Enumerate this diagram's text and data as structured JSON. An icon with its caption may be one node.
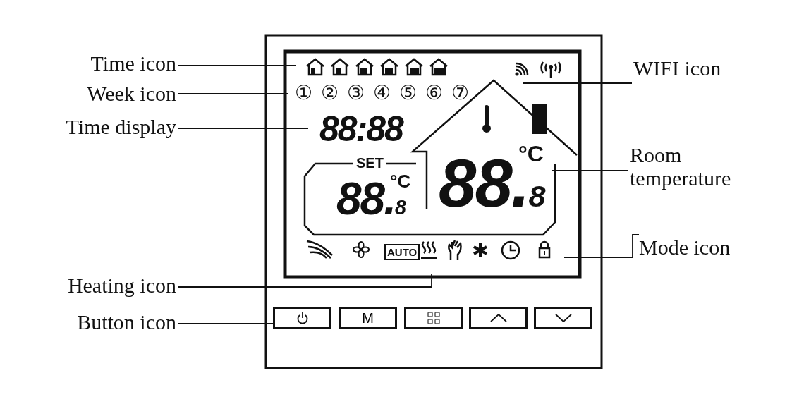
{
  "diagram": {
    "nodes": [
      {
        "text": [
          "Time icon"
        ]
      },
      {
        "text": [
          "Week icon"
        ]
      },
      {
        "text": [
          "Time display"
        ]
      },
      {
        "text": [
          "WIFI icon"
        ]
      },
      {
        "text": [
          "Room temperature"
        ]
      },
      {
        "text": [
          "Mode icon"
        ]
      },
      {
        "text": [
          "Heating icon"
        ]
      },
      {
        "text": [
          "Button icon"
        ]
      }
    ],
    "edges": [
      {
        "from": 0,
        "to": null,
        "arrow": "none"
      },
      {
        "from": 1,
        "to": null,
        "arrow": "none"
      },
      {
        "from": 2,
        "to": null,
        "arrow": "none"
      },
      {
        "from": 3,
        "to": null,
        "arrow": "none"
      },
      {
        "from": 4,
        "to": null,
        "arrow": "none"
      },
      {
        "from": 5,
        "to": null,
        "arrow": "none"
      },
      {
        "from": 6,
        "to": null,
        "arrow": "none"
      },
      {
        "from": 7,
        "to": null,
        "arrow": "none"
      }
    ],
    "labels": [
      "①",
      "②",
      "③",
      "④",
      "⑤",
      "⑥",
      "⑦",
      "88:88",
      "SET",
      "88.$_{8}$",
      "°C",
      "88.$_{8}$",
      "°C",
      "AUTO",
      "M"
    ]
  }
}
